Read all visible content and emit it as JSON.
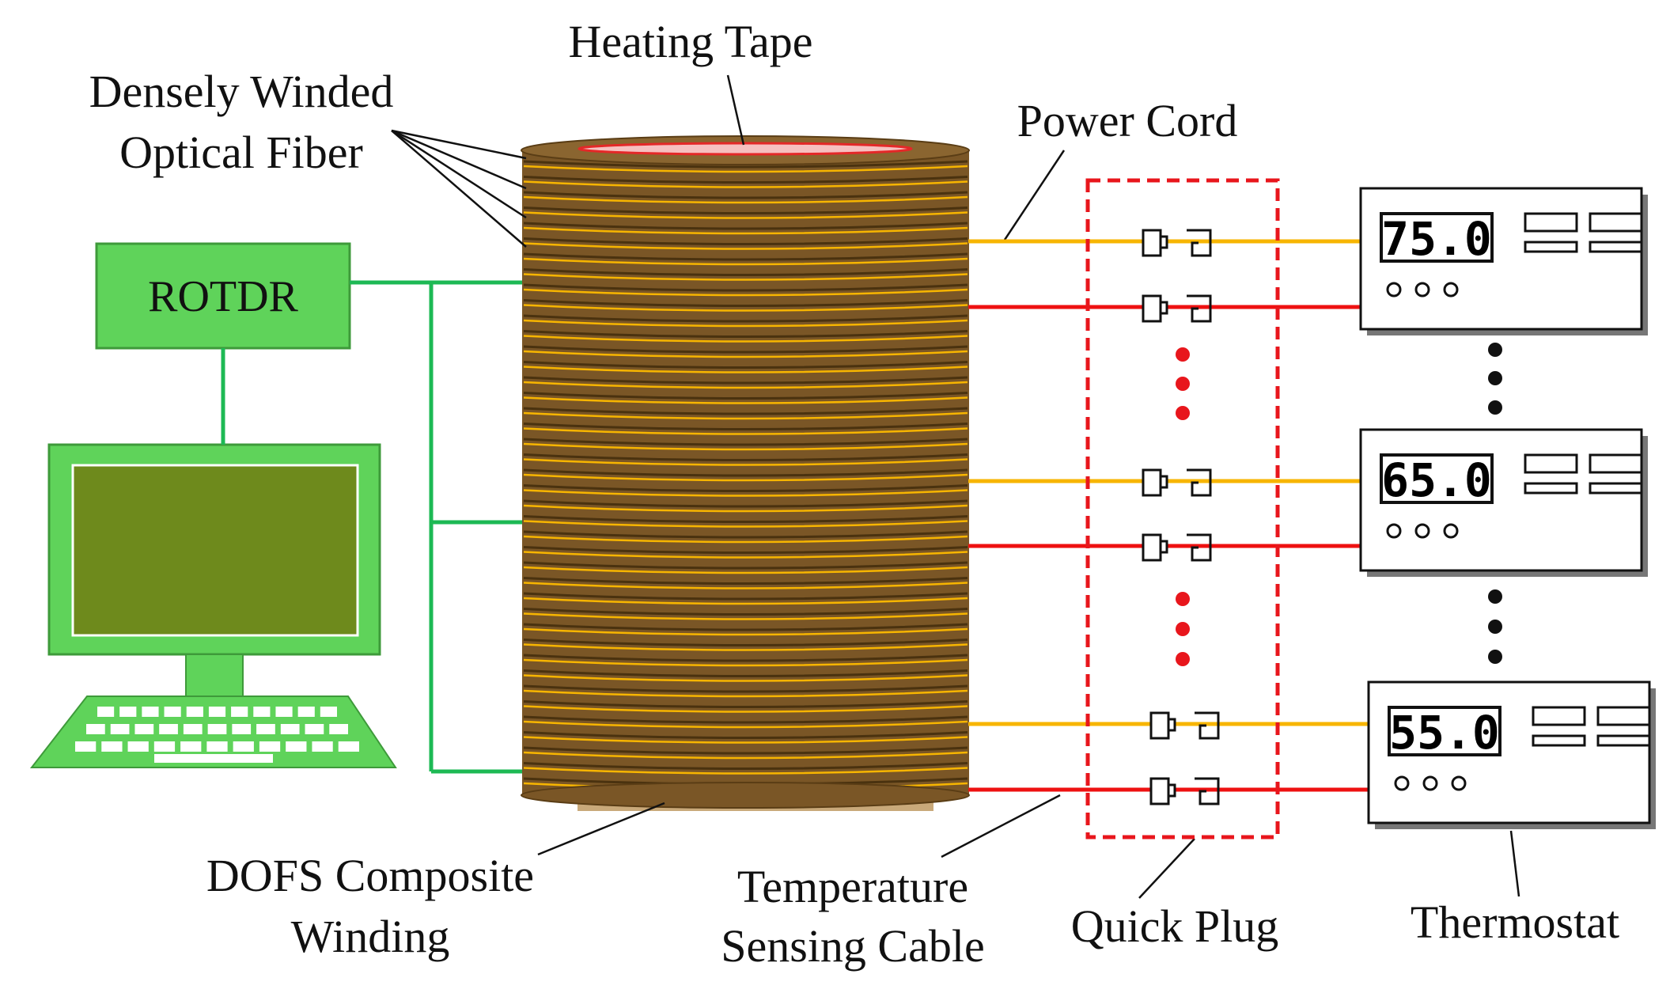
{
  "labels": {
    "heating_tape": "Heating Tape",
    "densely_winded_1": "Densely Winded",
    "densely_winded_2": "Optical Fiber",
    "power_cord": "Power Cord",
    "rotdr": "ROTDR",
    "dofs_1": "DOFS Composite",
    "dofs_2": "Winding",
    "temp_cable_1": "Temperature",
    "temp_cable_2": "Sensing Cable",
    "quick_plug": "Quick Plug",
    "thermostat": "Thermostat"
  },
  "thermostats": [
    {
      "display": "75.0"
    },
    {
      "display": "65.0"
    },
    {
      "display": "55.0"
    }
  ],
  "colors": {
    "fiber_green": "#1db954",
    "box_green": "#5fd35a",
    "winding_brown": "#7a5626",
    "fiber_yellow": "#f7b500",
    "cable_red": "#ee1111",
    "dash_red": "#e8161c",
    "screen_olive": "#6e8a1c"
  },
  "icons": [
    "computer-monitor-icon",
    "keyboard-icon",
    "plug-icon",
    "socket-icon"
  ]
}
